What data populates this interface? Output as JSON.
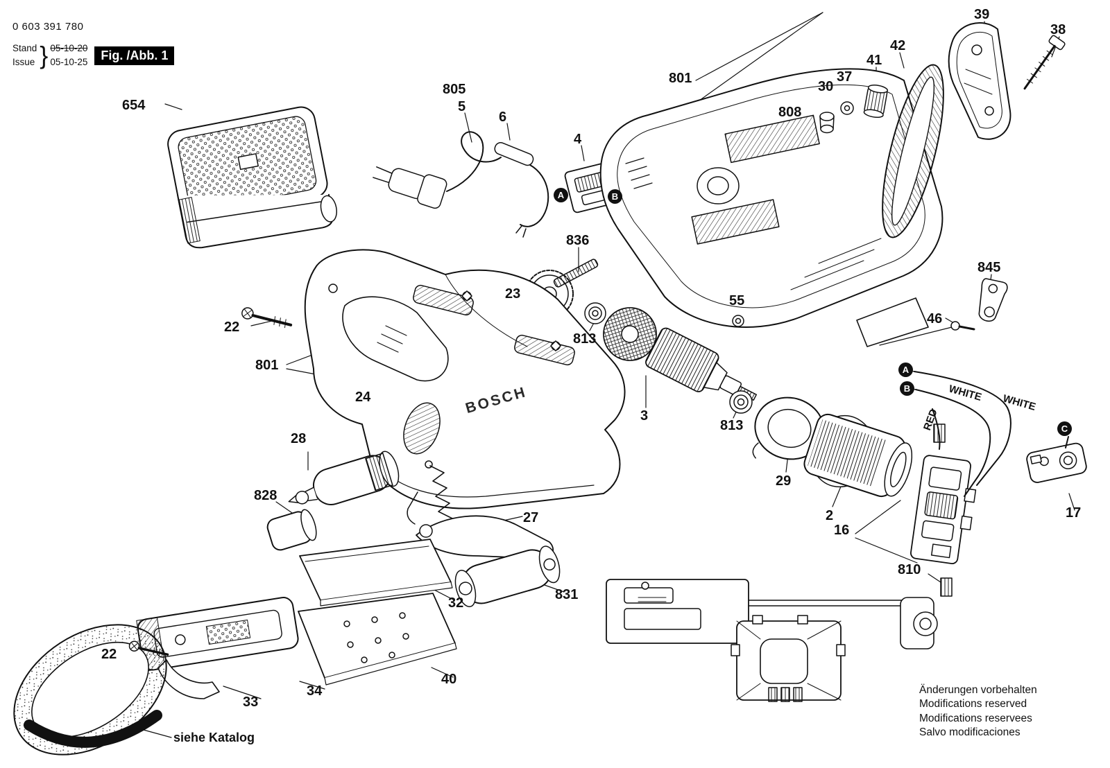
{
  "header": {
    "doc_number": "0 603 391 780",
    "stand_label": "Stand",
    "issue_label": "Issue",
    "brace": "}",
    "stand_value": "05-10-20",
    "issue_value": "05-10-25",
    "figure_label": "Fig. /Abb. 1"
  },
  "brand_label": "BOSCH",
  "catalog_note": "siehe Katalog",
  "callouts": [
    {
      "label": "654"
    },
    {
      "label": "805"
    },
    {
      "label": "5"
    },
    {
      "label": "6"
    },
    {
      "label": "4"
    },
    {
      "label": "801"
    },
    {
      "label": "808"
    },
    {
      "label": "30"
    },
    {
      "label": "37"
    },
    {
      "label": "41"
    },
    {
      "label": "42"
    },
    {
      "label": "39"
    },
    {
      "label": "38"
    },
    {
      "label": "836"
    },
    {
      "label": "23"
    },
    {
      "label": "22"
    },
    {
      "label": "813"
    },
    {
      "label": "55"
    },
    {
      "label": "845"
    },
    {
      "label": "46"
    },
    {
      "label": "801"
    },
    {
      "label": "24"
    },
    {
      "label": "3"
    },
    {
      "label": "813"
    },
    {
      "label": "29"
    },
    {
      "label": "2"
    },
    {
      "label": "28"
    },
    {
      "label": "828"
    },
    {
      "label": "27"
    },
    {
      "label": "16"
    },
    {
      "label": "810"
    },
    {
      "label": "17"
    },
    {
      "label": "32"
    },
    {
      "label": "831"
    },
    {
      "label": "22"
    },
    {
      "label": "33"
    },
    {
      "label": "34"
    },
    {
      "label": "40"
    }
  ],
  "markers": {
    "a1": "A",
    "b1": "B",
    "a2": "A",
    "b2": "B",
    "c": "C"
  },
  "wire_labels": {
    "white_upper": "WHITE",
    "white_lower": "WHITE",
    "red": "RED"
  },
  "footer_notes": [
    "Änderungen vorbehalten",
    "Modifications reserved",
    "Modifications reservees",
    "Salvo modificaciones"
  ]
}
